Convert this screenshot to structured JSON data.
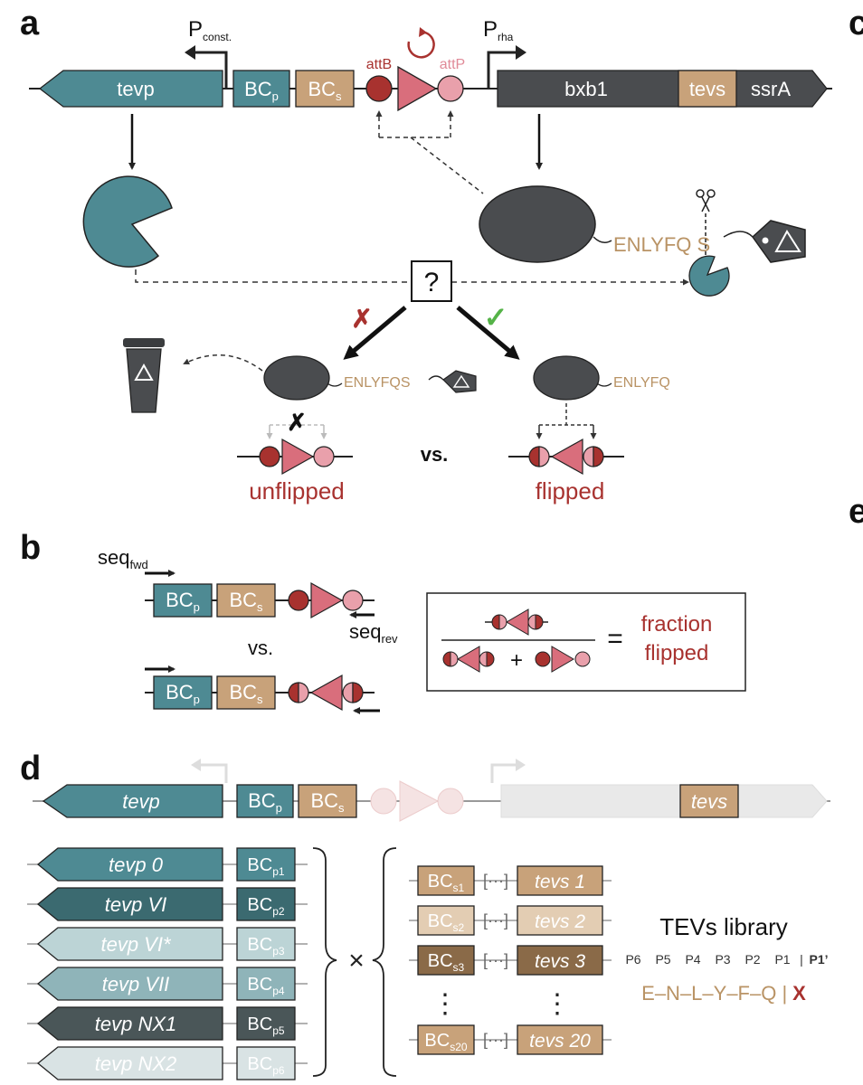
{
  "panels": {
    "a": "a",
    "b": "b",
    "c": "c",
    "d": "d",
    "e": "e"
  },
  "colors": {
    "teal": "#4e8a93",
    "tan": "#c8a27a",
    "dark": "#4a4c4f",
    "red": "#a8322f",
    "pink": "#d96e7c",
    "lightpink": "#e9a0ab",
    "green": "#55b348",
    "gold": "#b99365",
    "lightgray": "#e9e9e9"
  },
  "panel_a": {
    "promoter_const": {
      "base": "P",
      "sub": "const."
    },
    "promoter_rha": {
      "base": "P",
      "sub": "rha"
    },
    "tevp": "tevp",
    "bc_p": {
      "base": "BC",
      "sub": "p"
    },
    "bc_s": {
      "base": "BC",
      "sub": "s"
    },
    "attB": "attB",
    "attP": "attP",
    "bxb1": "bxb1",
    "tevs": "tevs",
    "ssrA": "ssrA",
    "cleavage_seq": "ENLYFQ S",
    "question": "?",
    "fail_mark": "✗",
    "pass_mark": "✓",
    "left_seq": "ENLYFQS",
    "right_seq": "ENLYFQ",
    "block_mark": "✗",
    "unflipped": "unflipped",
    "vs": "vs.",
    "flipped": "flipped"
  },
  "panel_b": {
    "seq_fwd": {
      "base": "seq",
      "sub": "fwd"
    },
    "seq_rev": {
      "base": "seq",
      "sub": "rev"
    },
    "bc_p": {
      "base": "BC",
      "sub": "p"
    },
    "bc_s": {
      "base": "BC",
      "sub": "s"
    },
    "vs": "vs.",
    "plus": "+",
    "equals": "=",
    "fraction_line1": "fraction",
    "fraction_line2": "flipped"
  },
  "panel_d": {
    "tevp": "tevp",
    "bc_p": {
      "base": "BC",
      "sub": "p"
    },
    "bc_s": {
      "base": "BC",
      "sub": "s"
    },
    "tevs": "tevs",
    "cross": "×",
    "protease_variants": [
      {
        "name": "tevp 0",
        "bc_sub": "p1",
        "fill": "#4e8a93",
        "text": "#ffffff"
      },
      {
        "name": "tevp VI",
        "bc_sub": "p2",
        "fill": "#3b6a70",
        "text": "#ffffff"
      },
      {
        "name": "tevp VI*",
        "bc_sub": "p3",
        "fill": "#bcd4d6",
        "text": "#ffffff"
      },
      {
        "name": "tevp VII",
        "bc_sub": "p4",
        "fill": "#8fb4b9",
        "text": "#ffffff"
      },
      {
        "name": "tevp NX1",
        "bc_sub": "p5",
        "fill": "#4a5658",
        "text": "#ffffff"
      },
      {
        "name": "tevp NX2",
        "bc_sub": "p6",
        "fill": "#d9e3e4",
        "text": "#ffffff"
      }
    ],
    "substrates": [
      {
        "bc_sub": "s1",
        "name": "tevs 1",
        "fill": "#c8a27a"
      },
      {
        "bc_sub": "s2",
        "name": "tevs 2",
        "fill": "#e3cdb3"
      },
      {
        "bc_sub": "s3",
        "name": "tevs 3",
        "fill": "#8a6a48"
      },
      {
        "bc_sub": "s20",
        "name": "tevs 20",
        "fill": "#c8a27a"
      }
    ],
    "linker": "[···]",
    "ellipsis": "⋮",
    "library_title": "TEVs library",
    "positions": [
      "P6",
      "P5",
      "P4",
      "P3",
      "P2",
      "P1",
      "|",
      "P1’"
    ],
    "motif": "E–N–L–Y–F–Q |",
    "motif_x": "X"
  }
}
